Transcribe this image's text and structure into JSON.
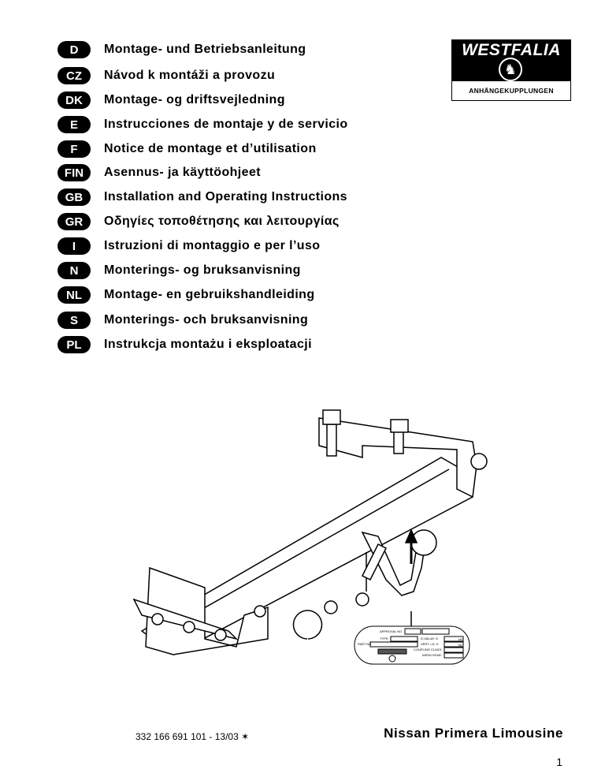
{
  "languages": [
    {
      "code": "D",
      "title": "Montage- und Betriebsanleitung"
    },
    {
      "code": "CZ",
      "title": "Návod k montáži a provozu"
    },
    {
      "code": "DK",
      "title": "Montage- og driftsvejledning"
    },
    {
      "code": "E",
      "title": "Instrucciones de montaje y de servicio"
    },
    {
      "code": "F",
      "title": "Notice de montage et d’utilisation"
    },
    {
      "code": "FIN",
      "title": "Asennus- ja käyttöohjeet"
    },
    {
      "code": "GB",
      "title": "Installation and Operating Instructions"
    },
    {
      "code": "GR",
      "title": "Οδηγίες τοποθέτησης και λειτουργίας"
    },
    {
      "code": "I",
      "title": "Istruzioni di montaggio e per l’uso"
    },
    {
      "code": "N",
      "title": "Monterings- og bruksanvisning"
    },
    {
      "code": "NL",
      "title": "Montage- en gebruikshandleiding"
    },
    {
      "code": "S",
      "title": "Monterings- och bruksanvisning"
    },
    {
      "code": "PL",
      "title": "Instrukcja montażu i eksploatacji"
    }
  ],
  "logo": {
    "brand": "WESTFALIA",
    "subtitle": "ANHÄNGEKUPPLUNGEN"
  },
  "type_plate": {
    "approval": "APPROVAL NO",
    "type": "TYPE:",
    "part": "PART NO",
    "dvalue": "D-VALUE: D",
    "vert": "VERT. LD: S",
    "kn": "kN",
    "kg": "kg",
    "coupling": "COUPLING CLASS:",
    "week": "WEEK/YEAR:"
  },
  "footer": {
    "doc_number": "332 166 691 101 - 13/03 ✶",
    "model": "Nissan Primera Limousine",
    "page": "1"
  }
}
